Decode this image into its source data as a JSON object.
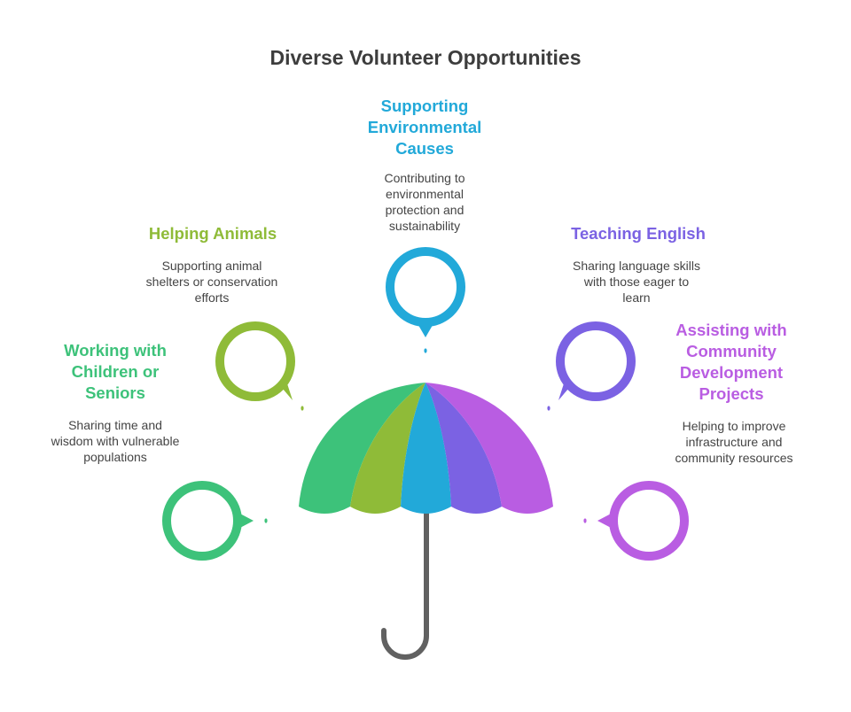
{
  "title": "Diverse Volunteer Opportunities",
  "colors": {
    "green": "#3dc27a",
    "olive": "#8fbb38",
    "blue": "#22a9d9",
    "indigo": "#7b62e3",
    "purple": "#b95de2",
    "handle": "#616161",
    "title_text": "#3d3d3d",
    "body_text": "#444444"
  },
  "opportunities": [
    {
      "key": "children",
      "heading": "Working with Children or Seniors",
      "heading_lines": [
        "Working with",
        "Children or",
        "Seniors"
      ],
      "description_lines": [
        "Sharing time and",
        "wisdom with vulnerable",
        "populations"
      ],
      "color": "#3dc27a"
    },
    {
      "key": "animals",
      "heading": "Helping Animals",
      "heading_lines": [
        "Helping Animals"
      ],
      "description_lines": [
        "Supporting animal",
        "shelters or conservation",
        "efforts"
      ],
      "color": "#8fbb38"
    },
    {
      "key": "environment",
      "heading": "Supporting Environmental Causes",
      "heading_lines": [
        "Supporting",
        "Environmental",
        "Causes"
      ],
      "description_lines": [
        "Contributing to",
        "environmental",
        "protection and",
        "sustainability"
      ],
      "color": "#22a9d9"
    },
    {
      "key": "english",
      "heading": "Teaching English",
      "heading_lines": [
        "Teaching English"
      ],
      "description_lines": [
        "Sharing language skills",
        "with those eager to",
        "learn"
      ],
      "color": "#7b62e3"
    },
    {
      "key": "community",
      "heading": "Assisting with Community Development Projects",
      "heading_lines": [
        "Assisting with",
        "Community",
        "Development",
        "Projects"
      ],
      "description_lines": [
        "Helping to improve",
        "infrastructure and",
        "community resources"
      ],
      "color": "#b95de2"
    }
  ]
}
